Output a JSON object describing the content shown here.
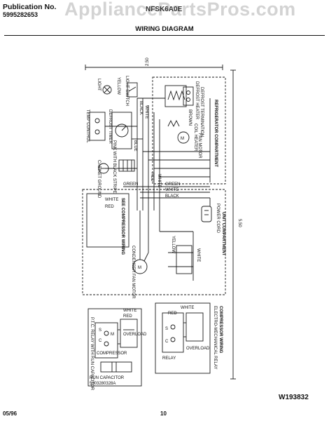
{
  "header": {
    "publication_label": "Publication No.",
    "publication_number": "5995282653",
    "model": "NFSK6A0E",
    "watermark": "AppliancePartsPros.com",
    "title": "WIRING DIAGRAM"
  },
  "footer": {
    "date": "05/96",
    "page": "10",
    "diagram_id": "W193832"
  },
  "dimensions": {
    "width_label": "2.50",
    "height_label": "5.50"
  },
  "compartments": {
    "refrigerator": "REFRIGERATOR COMPARTMENT",
    "unit": "UNIT COMPARTMENT"
  },
  "labels": {
    "light": "LIGHT",
    "light_switch": "LIGHT SWITCH",
    "defrost_heater": "DEFROST HEATER",
    "defrost_termination": "DEFROST TERMINATION",
    "coil_heater": "COIL HEATER",
    "fan_motor": "FAN MOTOR",
    "yellow": "YELLOW",
    "black": "BLACK",
    "white": "WHITE",
    "blue": "BLUE",
    "brown": "BROWN",
    "red": "RED",
    "green": "GREEN",
    "pink_with_black_stripe": "PINK WITH BLACK STRIPE",
    "temp_control": "TEMP CONTROL",
    "defrost_timer": "DEFROST TIMER",
    "cabinet_ground": "CABINET GROUND",
    "condenser_fan_motor": "CONDENSER FAN MOTOR",
    "power_cord": "POWER CORD",
    "see_compressor_wiring": "SEE COMPRESSOR WIRING",
    "relay": "RELAY",
    "overload": "OVERLOAD",
    "compressor": "COMPRESSOR",
    "run_capacitor": "RUN CAPACITOR",
    "relay_with_run_capacitor": "P.T.C. RELAY WITH RUN CAPACITOR",
    "electromechanical_relay": "ELECTRO-MECHANICAL RELAY",
    "compressor_wiring": "COMPRESSOR WIRING",
    "capacitor_part": "5303280328A",
    "s": "S",
    "c": "C",
    "m": "M"
  }
}
